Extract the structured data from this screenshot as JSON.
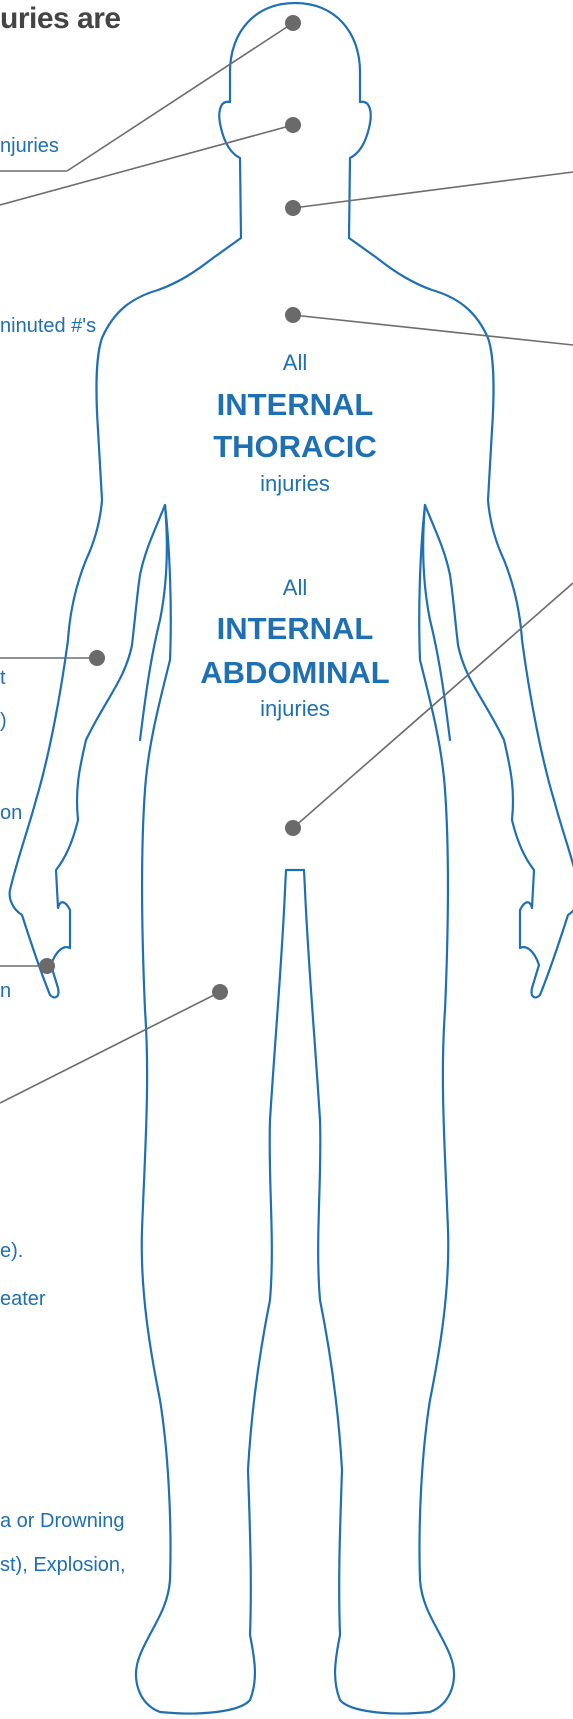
{
  "heading": "uries are",
  "left_labels": [
    {
      "id": "head",
      "text": "njuries"
    },
    {
      "id": "chest-wall",
      "text": "ninuted #'s"
    },
    {
      "id": "arm-1",
      "text": "t"
    },
    {
      "id": "arm-2",
      "text": ")"
    },
    {
      "id": "arm-3",
      "text": "on"
    },
    {
      "id": "hand",
      "text": "n"
    },
    {
      "id": "leg-1",
      "text": "e)."
    },
    {
      "id": "leg-2",
      "text": "eater"
    },
    {
      "id": "mech-1",
      "text": "a or Drowning"
    },
    {
      "id": "mech-2",
      "text": "st), Explosion,"
    }
  ],
  "thoracic": {
    "prefix": "All",
    "line1": "INTERNAL",
    "line2": "THORACIC",
    "suffix": "injuries"
  },
  "abdominal": {
    "prefix": "All",
    "line1": "INTERNAL",
    "line2": "ABDOMINAL",
    "suffix": "injuries"
  },
  "colors": {
    "outline": "#1f6fb3",
    "leader": "#6d6d6d",
    "dot": "#6a6a6a",
    "heading": "#444444"
  },
  "callout_dots": [
    "head-top",
    "face",
    "neck",
    "chest",
    "pelvis",
    "forearm",
    "hand",
    "thigh"
  ]
}
